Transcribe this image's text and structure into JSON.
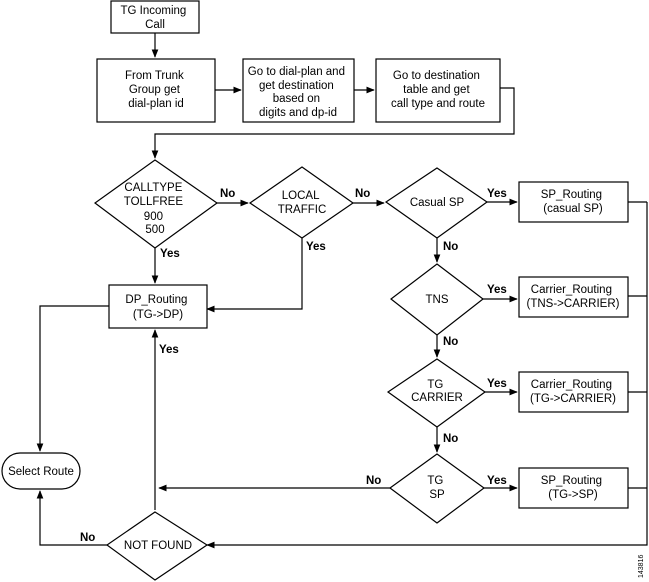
{
  "nodes": {
    "tg_incoming": [
      "TG Incoming",
      "Call"
    ],
    "from_trunk": [
      "From Trunk",
      "Group get",
      "dial-plan id"
    ],
    "dial_plan": [
      "Go to dial-plan and",
      "get destination",
      "based on",
      "digits and dp-id"
    ],
    "dest_table": [
      "Go to destination",
      "table and get",
      "call type and route"
    ],
    "calltype": [
      "CALLTYPE",
      "TOLLFREE",
      "900",
      "500"
    ],
    "local_traffic": [
      "LOCAL",
      "TRAFFIC"
    ],
    "casual_sp": [
      "Casual SP"
    ],
    "sp_routing_casual": [
      "SP_Routing",
      "(casual SP)"
    ],
    "dp_routing": [
      "DP_Routing",
      "(TG->DP)"
    ],
    "tns": [
      "TNS"
    ],
    "carrier_routing_tns": [
      "Carrier_Routing",
      "(TNS->CARRIER)"
    ],
    "tg_carrier": [
      "TG",
      "CARRIER"
    ],
    "carrier_routing_tg": [
      "Carrier_Routing",
      "(TG->CARRIER)"
    ],
    "select_route": [
      "Select Route"
    ],
    "tg_sp": [
      "TG",
      "SP"
    ],
    "sp_routing_tg": [
      "SP_Routing",
      "(TG->SP)"
    ],
    "not_found": [
      "NOT FOUND"
    ]
  },
  "edge_labels": {
    "calltype_no": "No",
    "calltype_yes": "Yes",
    "local_no": "No",
    "local_yes": "Yes",
    "casual_yes": "Yes",
    "casual_no": "No",
    "tns_yes": "Yes",
    "tns_no": "No",
    "dp_yes": "Yes",
    "tgcarrier_yes": "Yes",
    "tgcarrier_no": "No",
    "tgsp_no": "No",
    "tgsp_yes": "Yes",
    "notfound_no": "No"
  },
  "figure_id": "143816"
}
